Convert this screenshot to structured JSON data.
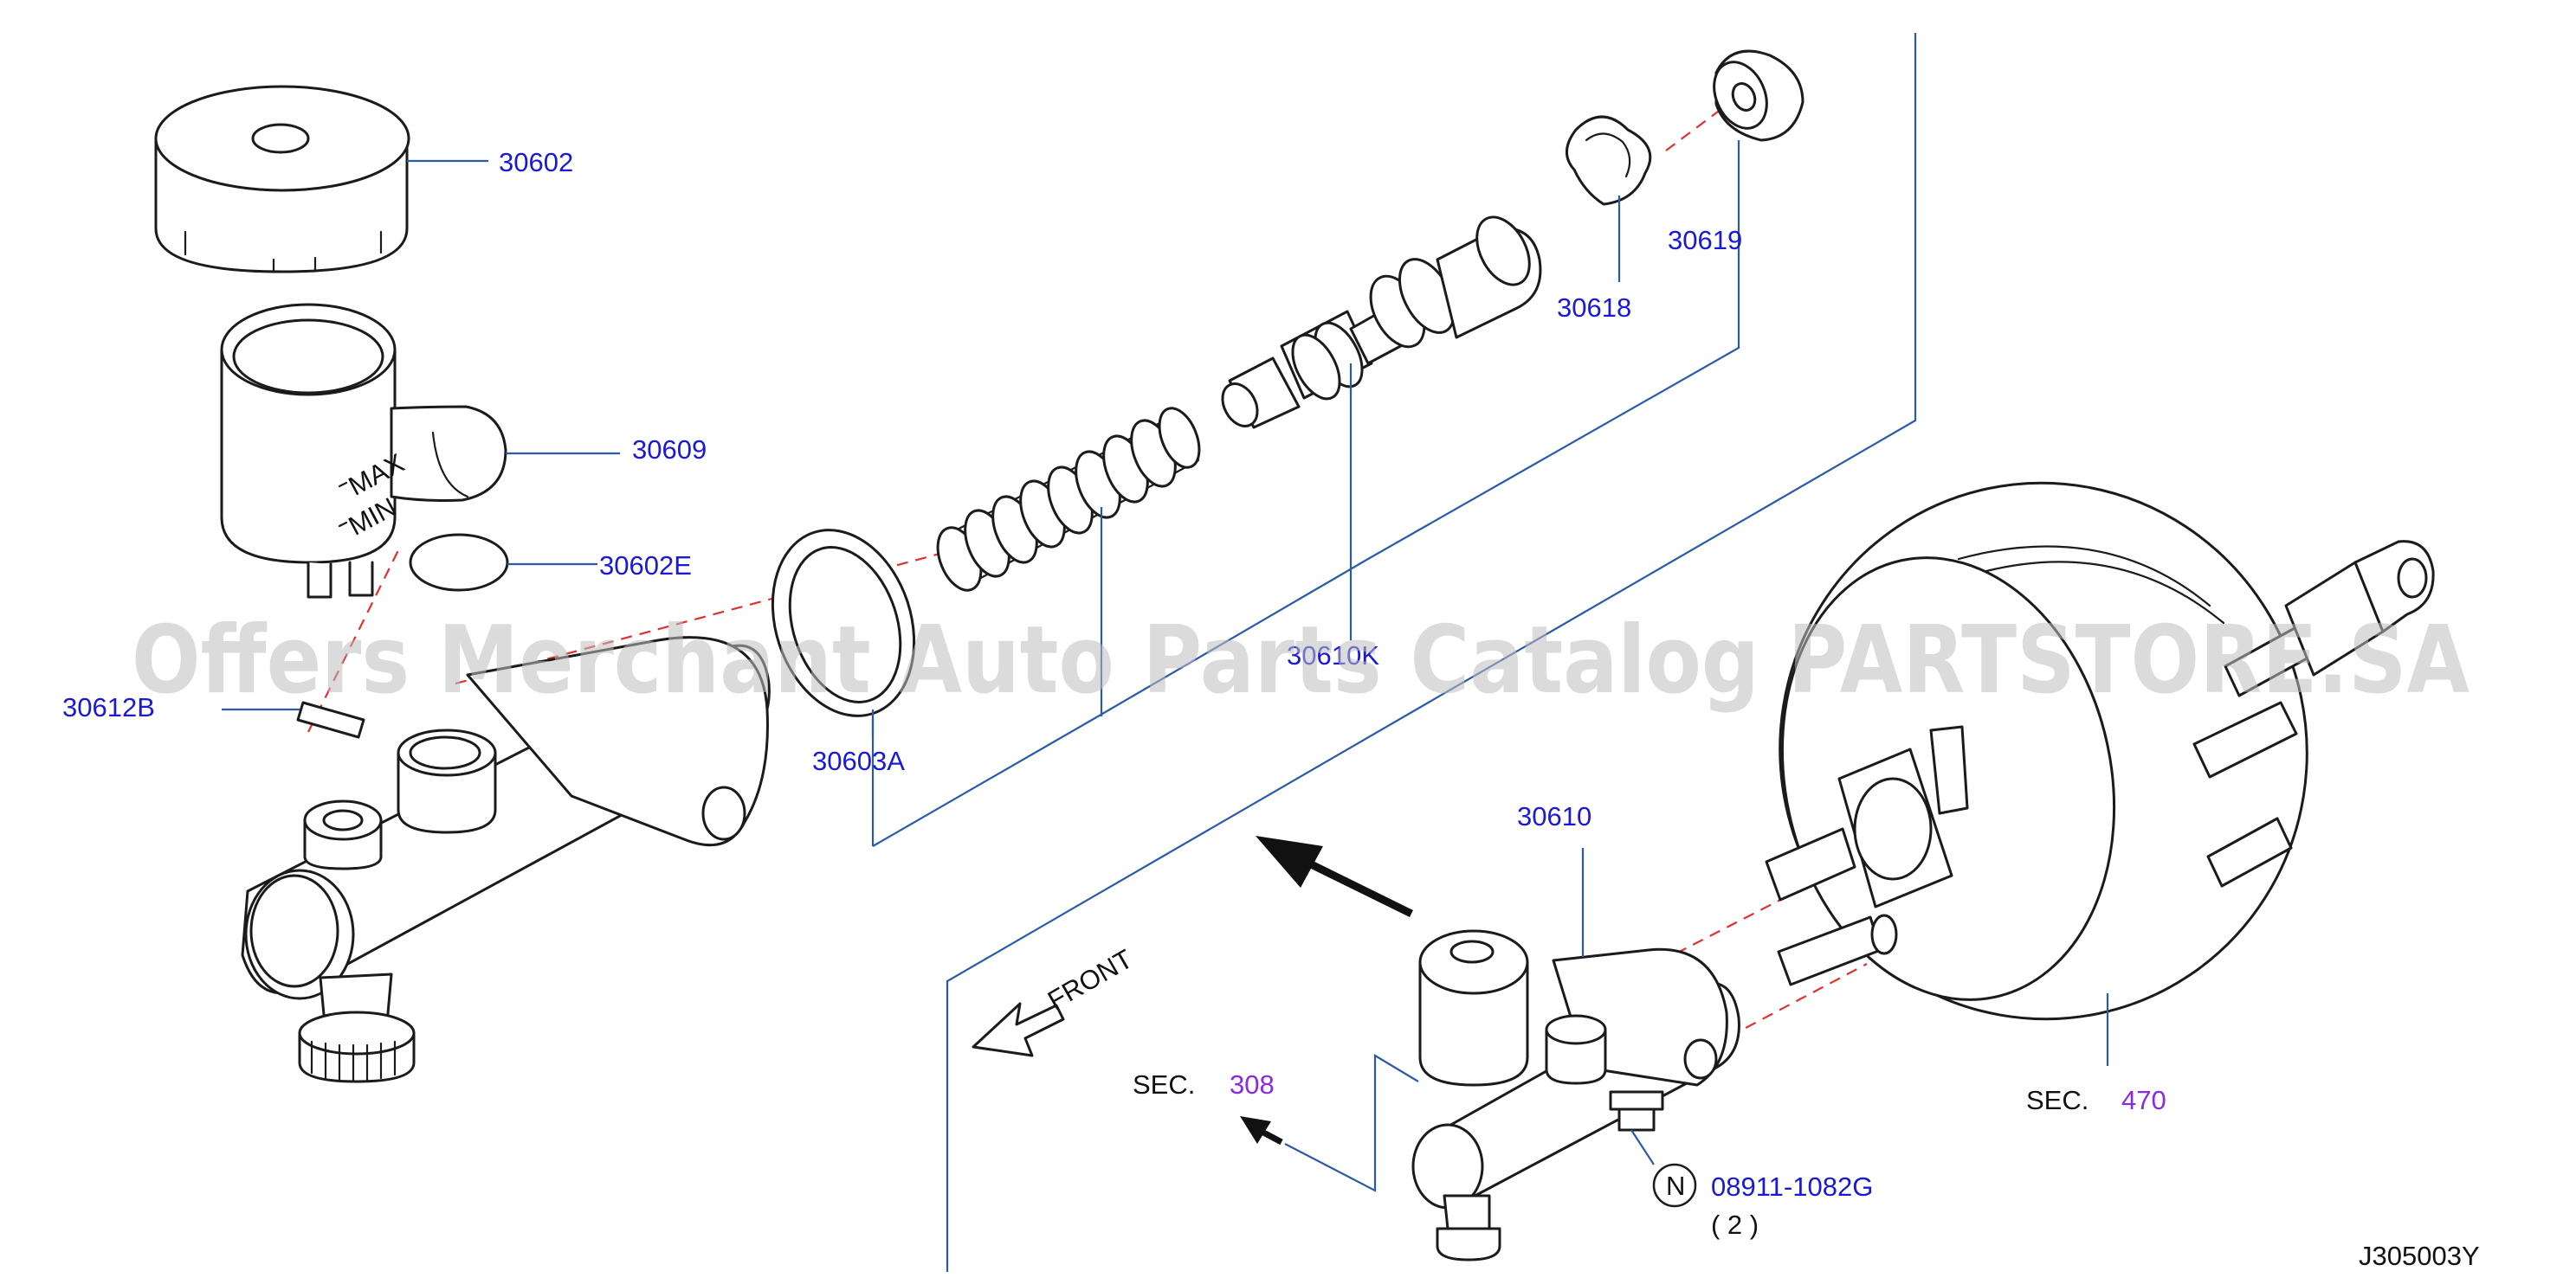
{
  "parts": {
    "p30602": "30602",
    "p30609": "30609",
    "p30602E": "30602E",
    "p30612B": "30612B",
    "p30603A": "30603A",
    "p30610K": "30610K",
    "p30618": "30618",
    "p30619": "30619",
    "p30610": "30610"
  },
  "sections": {
    "sec_prefix": "SEC.",
    "sec308": "308",
    "sec470": "470"
  },
  "fastener": {
    "badge": "N",
    "part_no": "08911-1082G",
    "qty": "( 2 )"
  },
  "front_label": "FRONT",
  "reservoir_marks": {
    "max": "MAX",
    "min": "MIN"
  },
  "diagram_id": "J305003Y",
  "watermark": "Offers Merchant Auto Parts Catalog PARTSTORE.SA",
  "colors": {
    "label_blue": "#1a1ad6",
    "section_purple": "#8a2be2",
    "leader_blue": "#2a5aa8",
    "dash_red": "#e03030",
    "line_black": "#1b1b1b"
  }
}
